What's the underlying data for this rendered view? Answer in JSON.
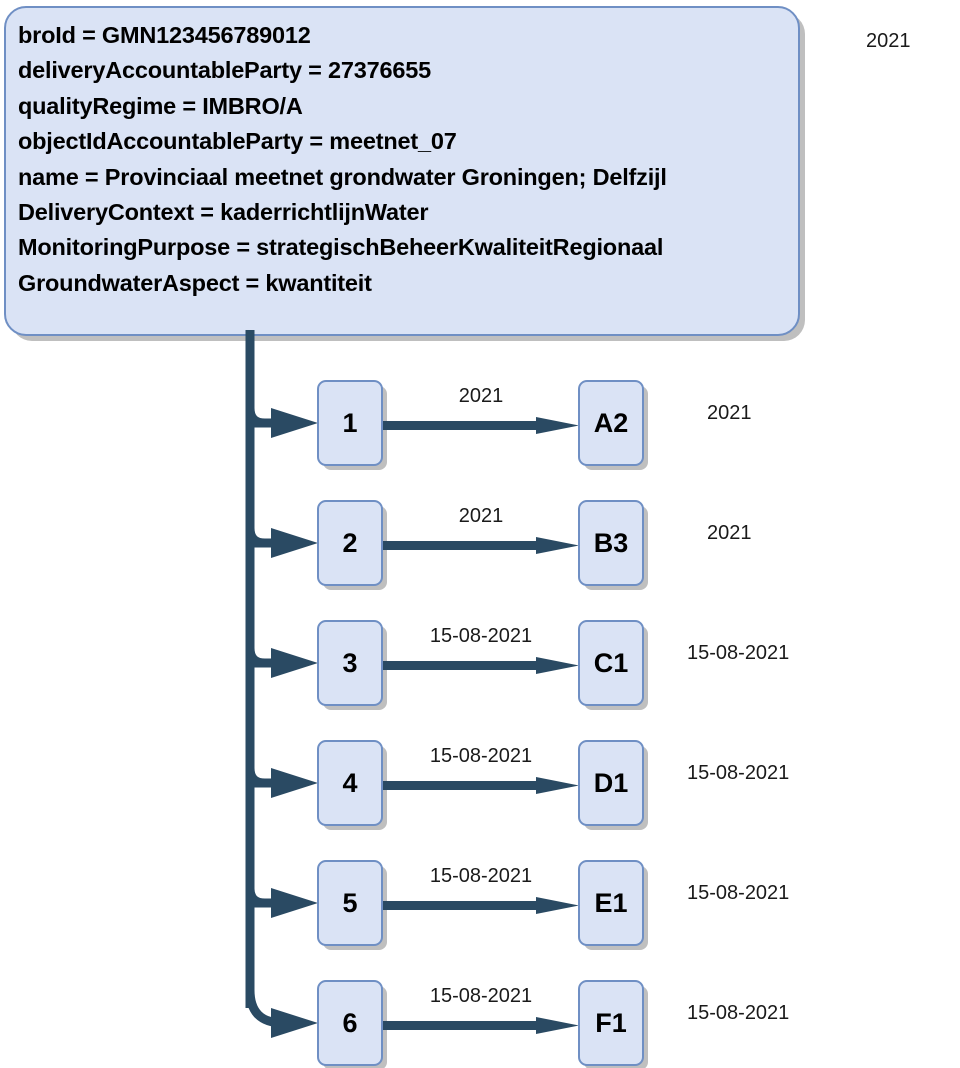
{
  "diagram": {
    "title_corner_year": "2021",
    "panel": {
      "attributes": [
        "broId = GMN123456789012",
        "deliveryAccountableParty = 27376655",
        "qualityRegime = IMBRO/A",
        "objectIdAccountableParty = meetnet_07",
        "name = Provinciaal meetnet grondwater Groningen; Delfzijl",
        "DeliveryContext = kaderrichtlijnWater",
        "MonitoringPurpose = strategischBeheerKwaliteitRegionaal",
        "GroundwaterAspect = kwantiteit"
      ]
    },
    "rows": [
      {
        "number": "1",
        "edge_label": "2021",
        "target": "A2",
        "right_label": "2021"
      },
      {
        "number": "2",
        "edge_label": "2021",
        "target": "B3",
        "right_label": "2021"
      },
      {
        "number": "3",
        "edge_label": "15-08-2021",
        "target": "C1",
        "right_label": "15-08-2021"
      },
      {
        "number": "4",
        "edge_label": "15-08-2021",
        "target": "D1",
        "right_label": "15-08-2021"
      },
      {
        "number": "5",
        "edge_label": "15-08-2021",
        "target": "E1",
        "right_label": "15-08-2021"
      },
      {
        "number": "6",
        "edge_label": "15-08-2021",
        "target": "F1",
        "right_label": "15-08-2021"
      }
    ],
    "colors": {
      "box_fill": "#dae3f5",
      "box_border": "#6f8fc4",
      "connector": "#2a4a63",
      "shadow": "#bfbfbf",
      "text": "#000000"
    }
  }
}
